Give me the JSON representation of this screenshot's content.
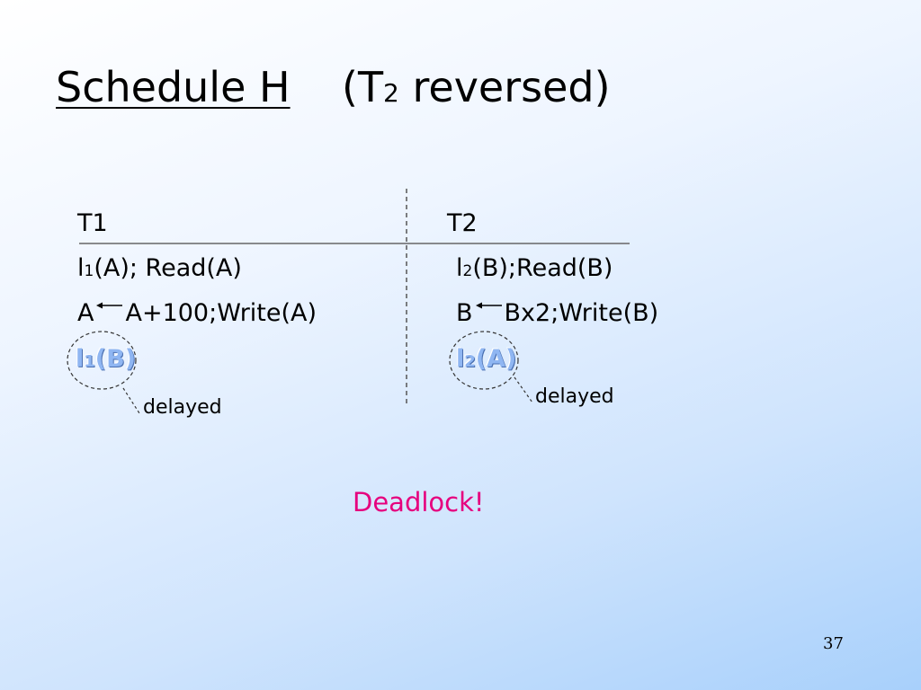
{
  "title": {
    "main": "Schedule H",
    "paren_open": "(T",
    "sub": "2",
    "paren_rest": " reversed)"
  },
  "table": {
    "t1_header": "T1",
    "t2_header": "T2",
    "t1_rows": [
      {
        "prefix": "l",
        "sub": "1",
        "rest": "(A); Read(A)"
      },
      {
        "left": "A",
        "right": "A+100;Write(A)"
      }
    ],
    "t2_rows": [
      {
        "prefix": "l",
        "sub": "2",
        "rest": "(B);Read(B)"
      },
      {
        "left": "B",
        "right": "Bx2;Write(B)"
      }
    ],
    "t1_lock": {
      "prefix": "l",
      "sub": "1",
      "rest": "(B)"
    },
    "t2_lock": {
      "prefix": "l",
      "sub": "2",
      "rest": "(A)"
    }
  },
  "notes": {
    "t1_delayed": "delayed",
    "t2_delayed": "delayed"
  },
  "deadlock": "Deadlock!",
  "page_number": "37",
  "colors": {
    "deadlock": "#e6007e",
    "ghost_lock": "#8fb6f2",
    "rule_line": "#666666"
  },
  "icons": {
    "assignment_arrow": "left-arrow-icon"
  }
}
